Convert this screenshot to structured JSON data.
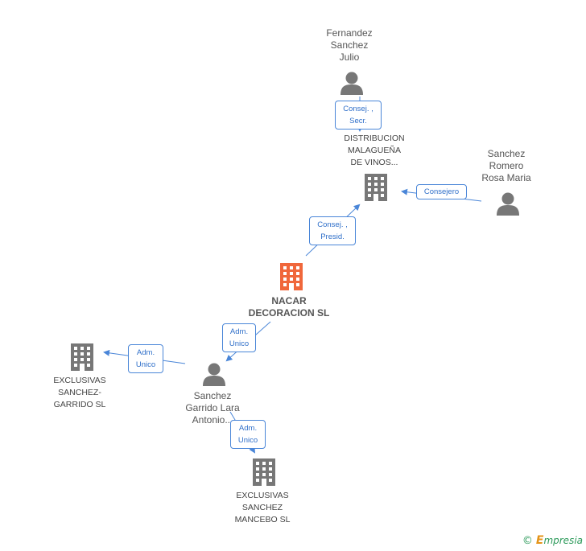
{
  "colors": {
    "main_company": "#f0673b",
    "company": "#777777",
    "person": "#777777",
    "edge": "#4a86d8",
    "edge_text": "#2f6fc9"
  },
  "nodes": {
    "fernandez": {
      "label": "Fernandez\nSanchez\nJulio",
      "icon": "person-icon"
    },
    "distribucion": {
      "label": "DISTRIBUCION\nMALAGUEÑA\nDE VINOS...",
      "icon": "building-icon"
    },
    "sanchez_romero": {
      "label": "Sanchez\nRomero\nRosa Maria",
      "icon": "person-icon"
    },
    "nacar": {
      "label": "NACAR\nDECORACION SL",
      "icon": "building-icon"
    },
    "exclusivas_garrido": {
      "label": "EXCLUSIVAS\nSANCHEZ-\nGARRIDO SL",
      "icon": "building-icon"
    },
    "sanchez_garrido": {
      "label": "Sanchez\nGarrido Lara\nAntonio...",
      "icon": "person-icon"
    },
    "exclusivas_mancebo": {
      "label": "EXCLUSIVAS\nSANCHEZ\nMANCEBO SL",
      "icon": "building-icon"
    }
  },
  "edges": {
    "e1": {
      "label": "Consej. ,\nSecr."
    },
    "e2": {
      "label": "Consejero"
    },
    "e3": {
      "label": "Consej. ,\nPresid."
    },
    "e4": {
      "label": "Adm.\nUnico"
    },
    "e5": {
      "label": "Adm.\nUnico"
    },
    "e6": {
      "label": "Adm.\nUnico"
    }
  },
  "footer": {
    "copyright_symbol": "©",
    "brand_e": "E",
    "brand_rest": "mpresia"
  }
}
